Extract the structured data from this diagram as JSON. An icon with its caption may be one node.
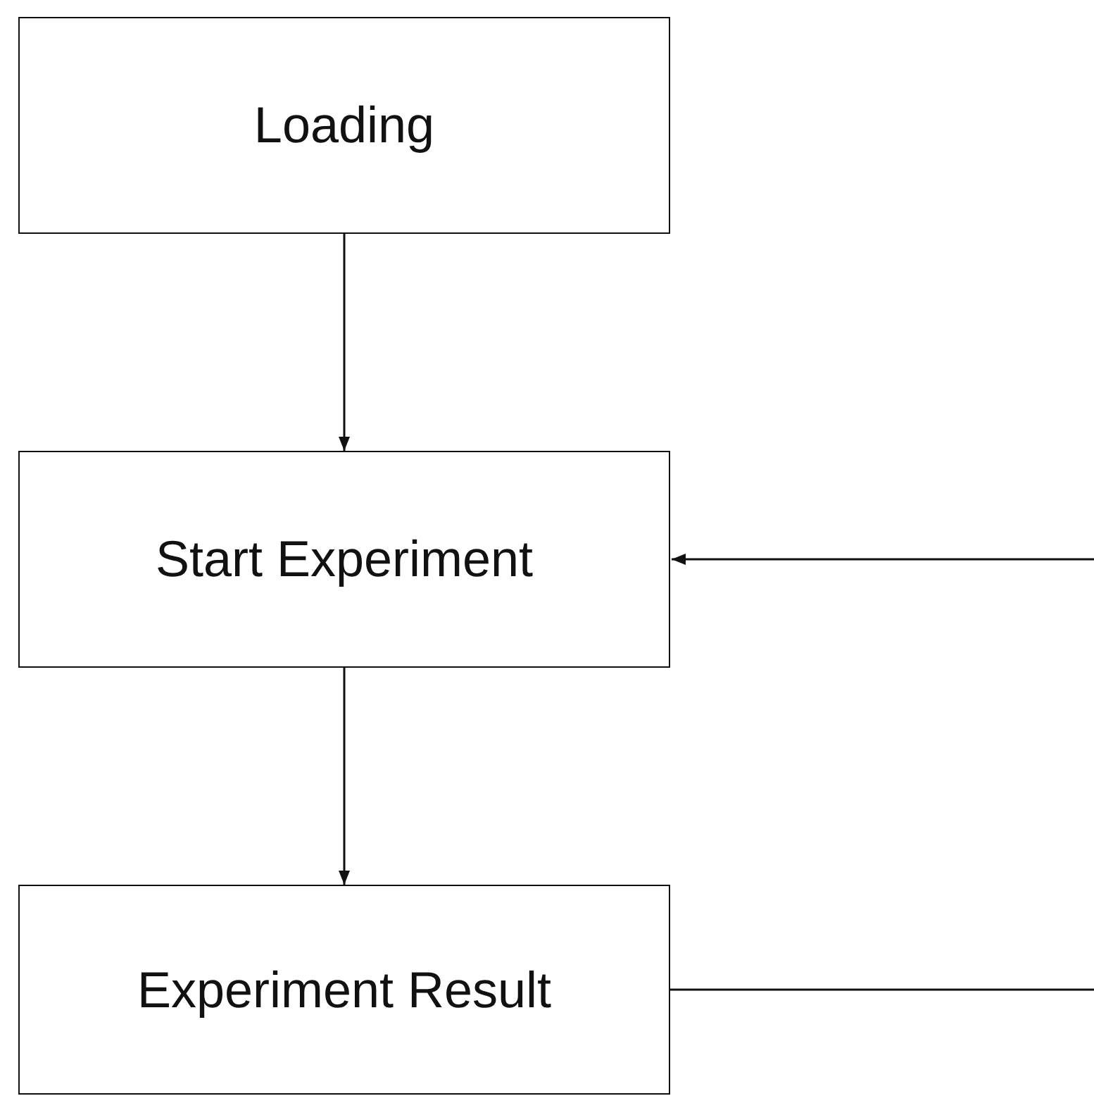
{
  "diagram": {
    "nodes": [
      {
        "text": [
          "Loading"
        ]
      },
      {
        "text": [
          "Start Experiment"
        ]
      },
      {
        "text": [
          "Experiment Result"
        ]
      }
    ],
    "edges": [
      {
        "from": 0,
        "to": 1,
        "arrow": "to"
      },
      {
        "from": 1,
        "to": 2,
        "arrow": "to"
      },
      {
        "from": null,
        "to": 1,
        "arrow": "to"
      },
      {
        "from": 2,
        "to": null,
        "arrow": "none"
      }
    ]
  }
}
